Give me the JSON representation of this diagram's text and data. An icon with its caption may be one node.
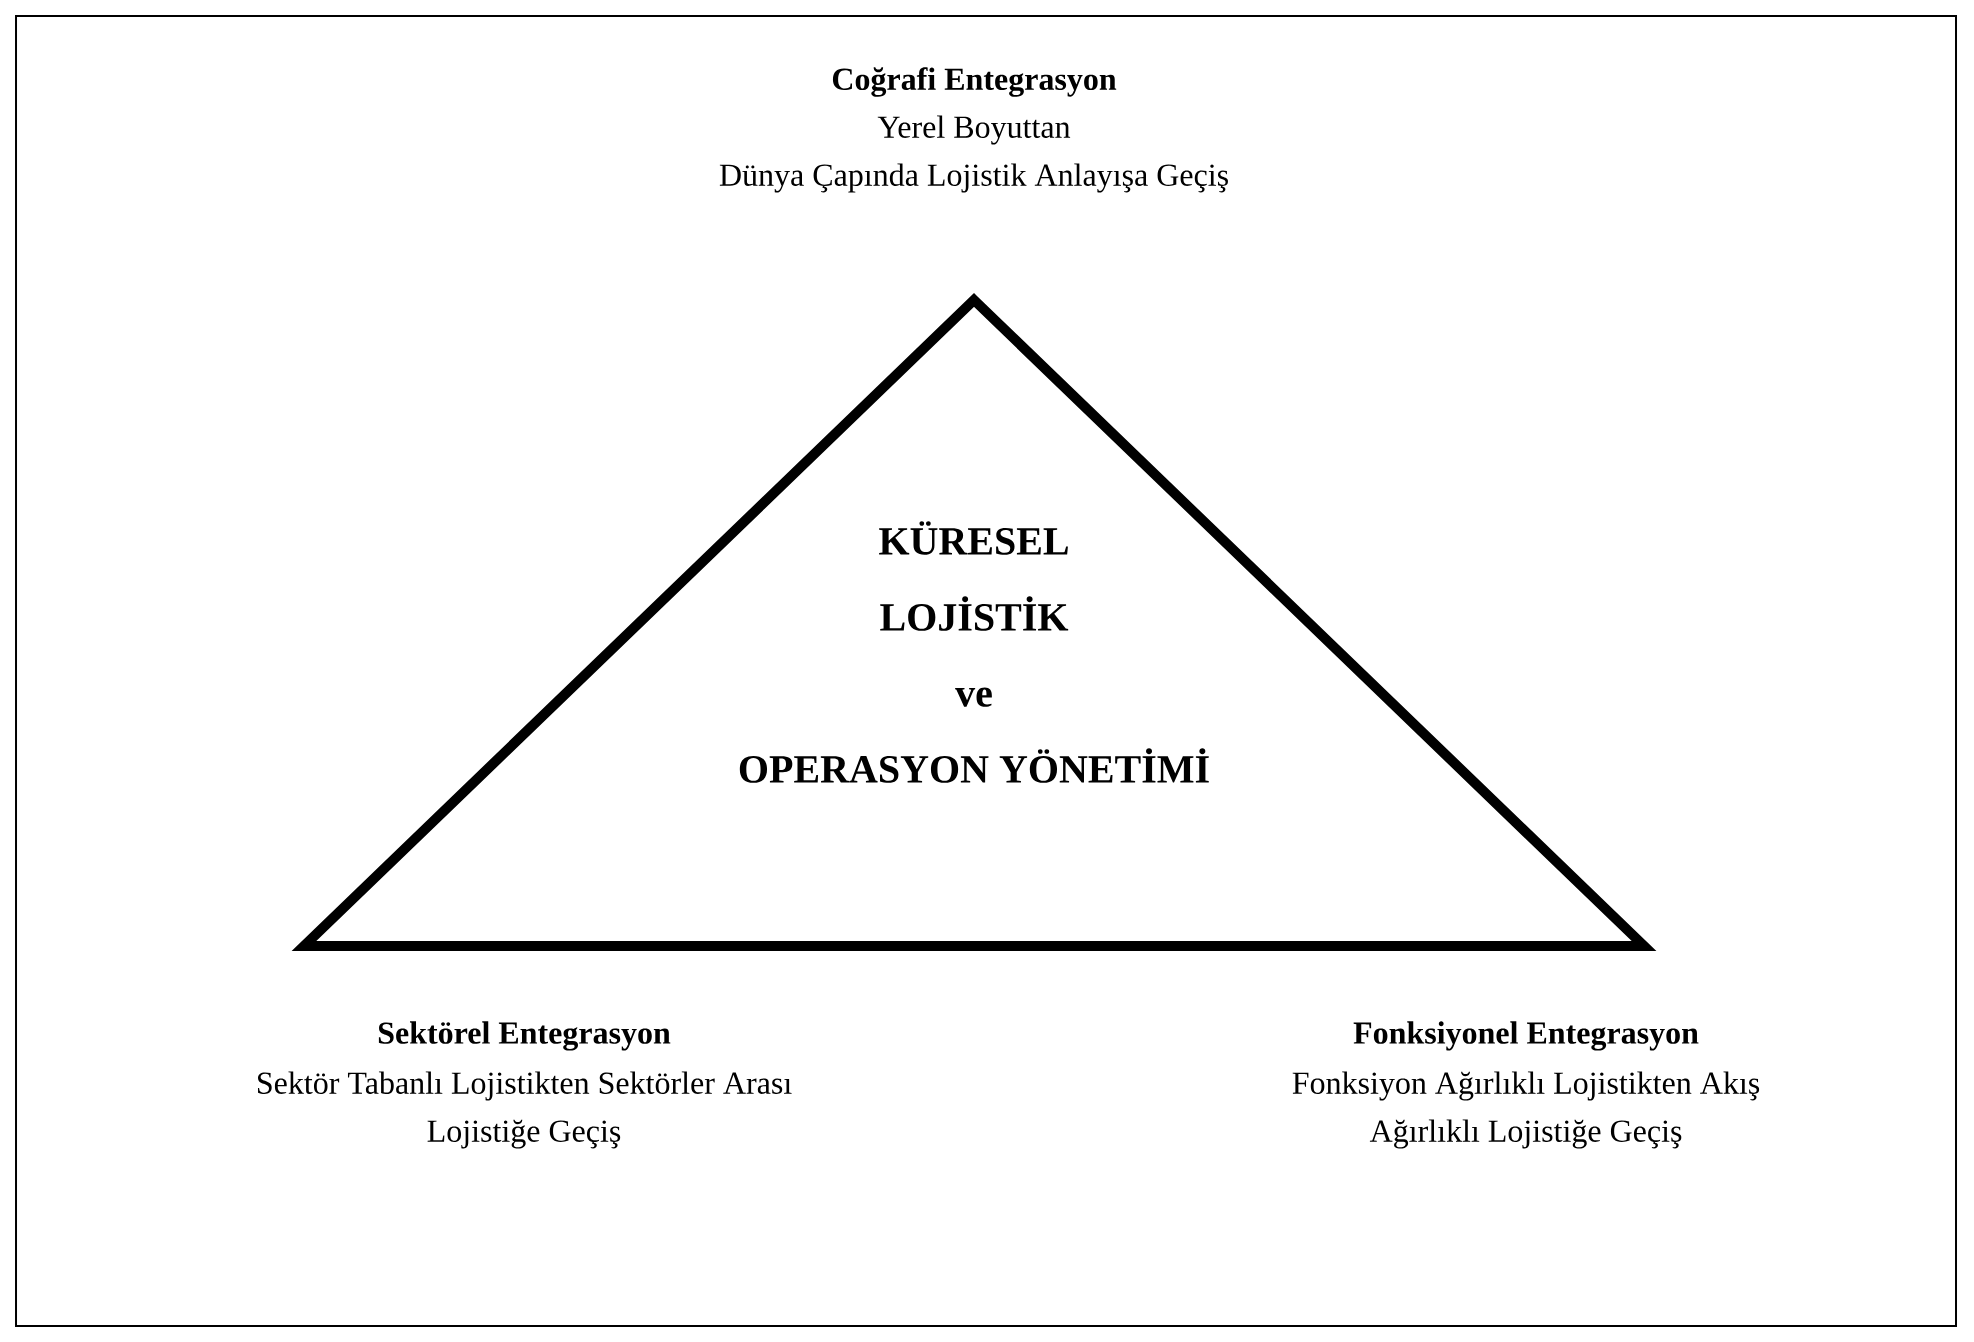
{
  "diagram": {
    "nodes": [
      {
        "text": [
          "KÜRESEL LOJİSTİK ve OPERASYON YÖNETİMİ"
        ]
      }
    ],
    "labels": [
      "Coğrafi Entegrasyon",
      "Yerel Boyuttan Dünya Çapında Lojistik Anlayışa Geçiş",
      "Sektörel Entegrasyon",
      "Sektör Tabanlı Lojistikten Sektörler Arası Lojistiğe Geçiş",
      "Fonksiyonel Entegrasyon",
      "Fonksiyon Ağırlıklı Lojistikten Akış Ağırlıklı Lojistiğe Geçiş"
    ]
  }
}
